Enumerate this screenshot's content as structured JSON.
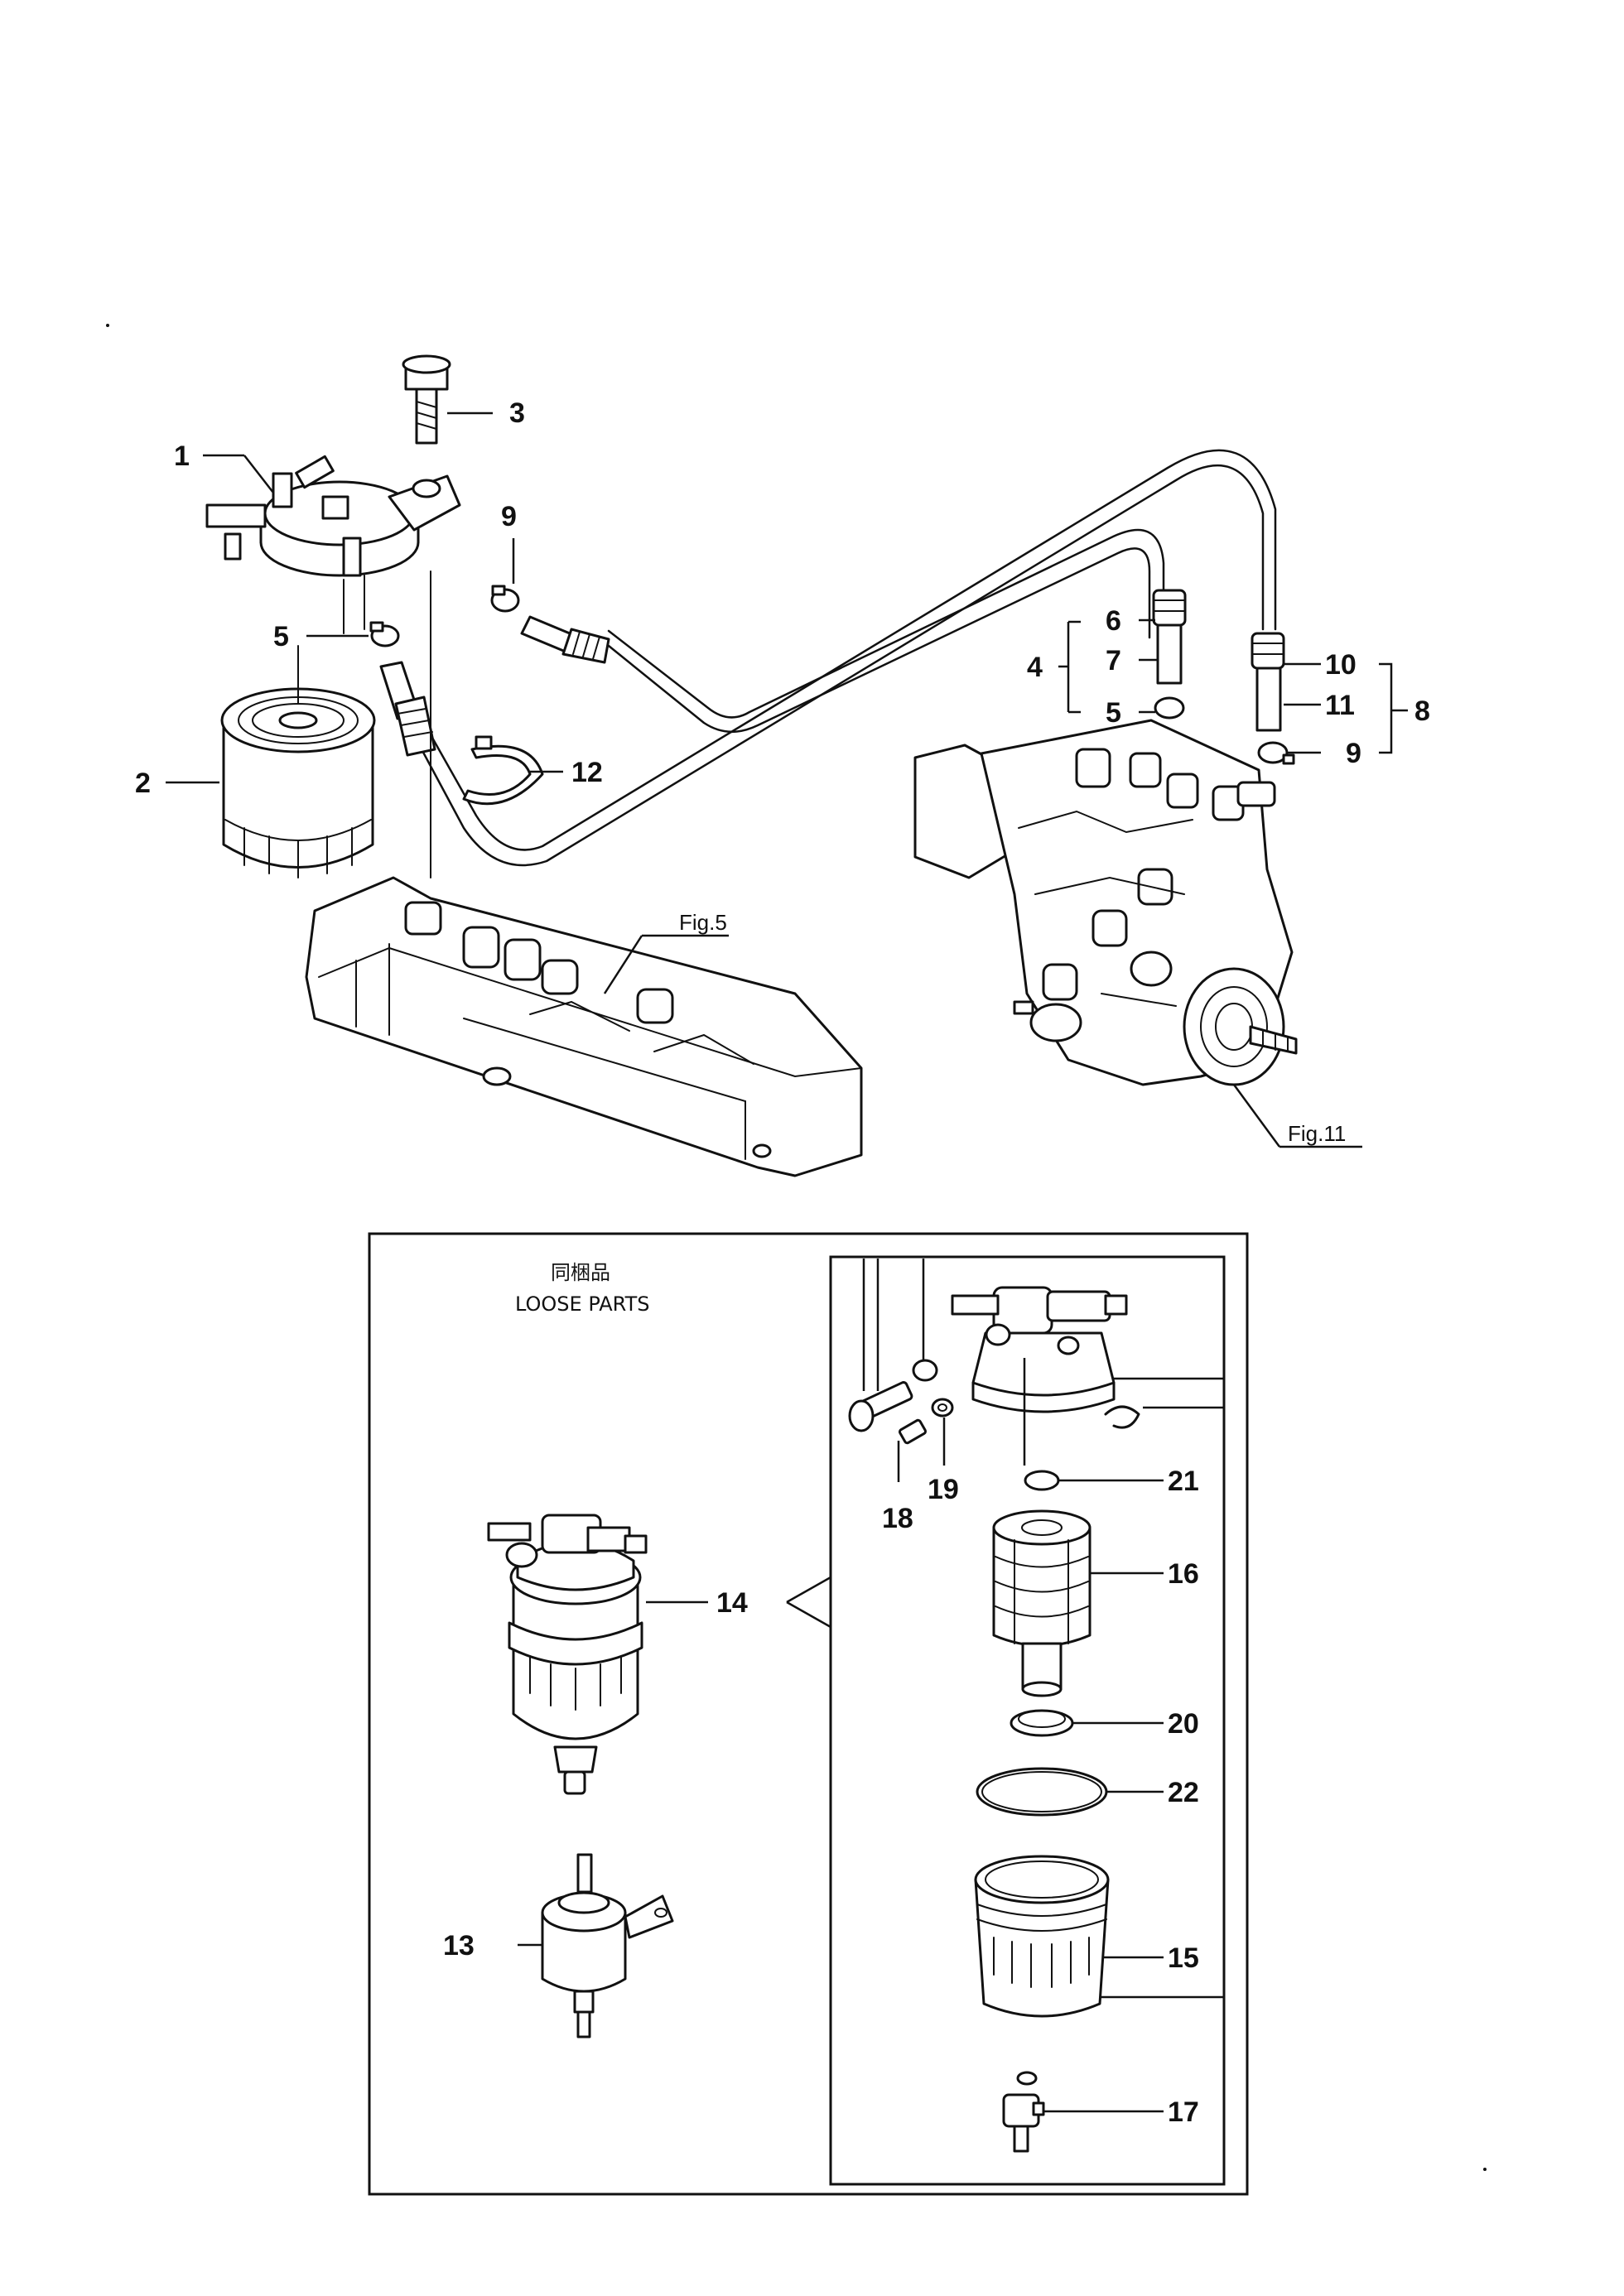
{
  "callouts": {
    "c1": "1",
    "c2": "2",
    "c3": "3",
    "c4": "4",
    "c5a": "5",
    "c5b": "5",
    "c6": "6",
    "c7": "7",
    "c8": "8",
    "c9a": "9",
    "c9b": "9",
    "c10": "10",
    "c11": "11",
    "c12": "12",
    "c13": "13",
    "c14": "14",
    "c15": "15",
    "c16": "16",
    "c17": "17",
    "c18": "18",
    "c19": "19",
    "c20": "20",
    "c21": "21",
    "c22": "22"
  },
  "references": {
    "fig5": "Fig.5",
    "fig11": "Fig.11"
  },
  "loose_parts": {
    "title_jp": "同梱品",
    "title_en": "LOOSE PARTS"
  }
}
